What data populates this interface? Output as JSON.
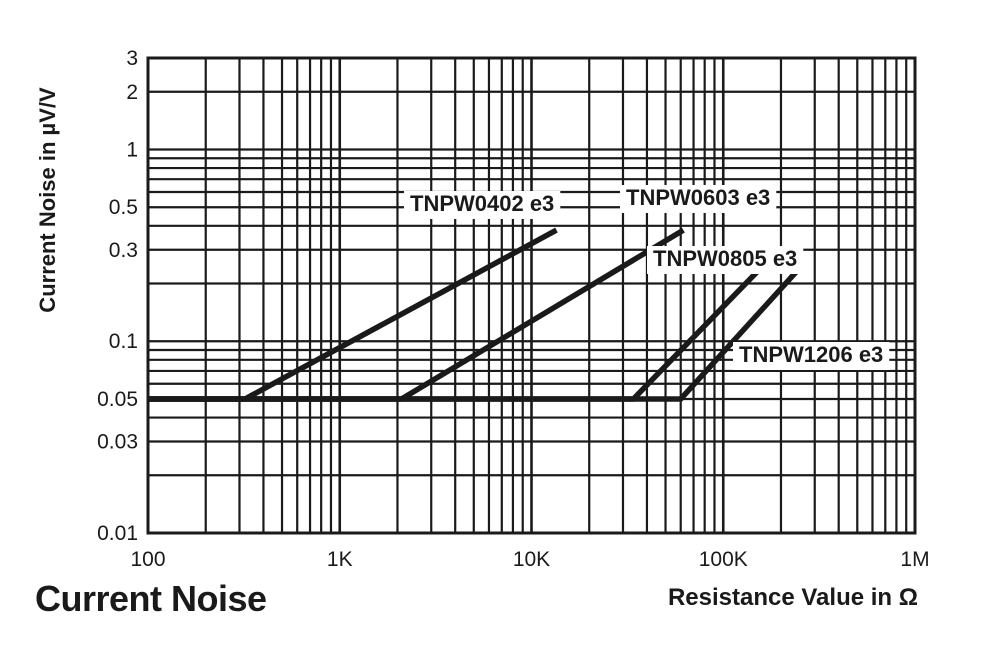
{
  "chart_data": {
    "type": "line",
    "title": "Current Noise",
    "xlabel": "Resistance Value in Ω",
    "ylabel": "Current Noise in µV/V",
    "xscale": "log",
    "yscale": "log",
    "xlim": [
      100,
      1000000
    ],
    "ylim": [
      0.01,
      3
    ],
    "grid": true,
    "x_ticks": [
      {
        "value": 100,
        "label": "100"
      },
      {
        "value": 1000,
        "label": "1K"
      },
      {
        "value": 10000,
        "label": "10K"
      },
      {
        "value": 100000,
        "label": "100K"
      },
      {
        "value": 1000000,
        "label": "1M"
      }
    ],
    "y_ticks": [
      {
        "value": 0.01,
        "label": "0.01"
      },
      {
        "value": 0.03,
        "label": "0.03"
      },
      {
        "value": 0.05,
        "label": "0.05"
      },
      {
        "value": 0.1,
        "label": "0.1"
      },
      {
        "value": 0.3,
        "label": "0.3"
      },
      {
        "value": 0.5,
        "label": "0.5"
      },
      {
        "value": 1,
        "label": "1"
      },
      {
        "value": 2,
        "label": "2"
      },
      {
        "value": 3,
        "label": "3"
      }
    ],
    "series": [
      {
        "name": "TNPW0402 e3",
        "points": [
          [
            100,
            0.05
          ],
          [
            320,
            0.05
          ],
          [
            13500,
            0.38
          ]
        ]
      },
      {
        "name": "TNPW0603 e3",
        "points": [
          [
            100,
            0.05
          ],
          [
            2100,
            0.05
          ],
          [
            62000,
            0.38
          ]
        ]
      },
      {
        "name": "TNPW0805 e3",
        "points": [
          [
            100,
            0.05
          ],
          [
            34000,
            0.05
          ],
          [
            150000,
            0.23
          ]
        ]
      },
      {
        "name": "TNPW1206 e3",
        "points": [
          [
            100,
            0.05
          ],
          [
            60000,
            0.05
          ],
          [
            240000,
            0.23
          ]
        ]
      }
    ],
    "series_labels": [
      {
        "series": 0,
        "text": "TNPW0402 e3"
      },
      {
        "series": 1,
        "text": "TNPW0603 e3"
      },
      {
        "series": 2,
        "text": "TNPW0805 e3"
      },
      {
        "series": 3,
        "text": "TNPW1206 e3"
      }
    ],
    "line_color": "#1a1a1a"
  }
}
